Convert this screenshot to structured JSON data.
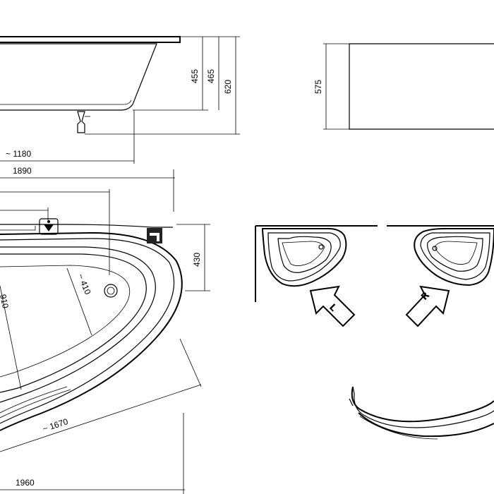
{
  "dimensions": {
    "d455": "455",
    "d465": "465",
    "d620": "620",
    "d1180": "~ 1180",
    "d575": "575",
    "d1890": "1890",
    "d430": "430",
    "d410": "~ 410",
    "d910": "910",
    "d1670": "~ 1670",
    "d1960": "1960"
  },
  "orientation_labels": {
    "left": "L",
    "right": "R"
  }
}
